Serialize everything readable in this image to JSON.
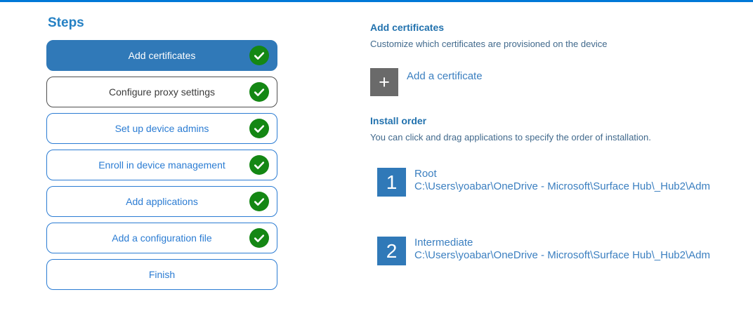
{
  "colors": {
    "top_accent": "#0078D7",
    "selected_button_blue": "#3079B8",
    "outline_button_blue": "#2B7CD3",
    "visited_button_gray": "#4F4F4F",
    "check_green": "#148714",
    "heading_blue": "#2272AE",
    "body_text_blue": "#41698C",
    "item_text_blue": "#3B7FC0",
    "add_tile_gray": "#6A6A6A"
  },
  "steps": {
    "title": "Steps",
    "items": [
      {
        "label": "Add certificates",
        "completed": true,
        "state": "selected"
      },
      {
        "label": "Configure proxy settings",
        "completed": true,
        "state": "visited"
      },
      {
        "label": "Set up device admins",
        "completed": true,
        "state": "normal"
      },
      {
        "label": "Enroll in device management",
        "completed": true,
        "state": "normal"
      },
      {
        "label": "Add applications",
        "completed": true,
        "state": "normal"
      },
      {
        "label": "Add a configuration file",
        "completed": true,
        "state": "normal"
      },
      {
        "label": "Finish",
        "completed": false,
        "state": "normal"
      }
    ]
  },
  "add_certificates": {
    "title": "Add certificates",
    "description": "Customize which certificates are provisioned on the device",
    "add_button": {
      "icon_glyph": "+",
      "label": "Add a certificate"
    }
  },
  "install_order": {
    "title": "Install order",
    "description": "You can click and drag applications to specify the order of installation.",
    "items": [
      {
        "number": "1",
        "name": "Root",
        "path": "C:\\Users\\yoabar\\OneDrive - Microsoft\\Surface Hub\\_Hub2\\Adm"
      },
      {
        "number": "2",
        "name": "Intermediate",
        "path": "C:\\Users\\yoabar\\OneDrive - Microsoft\\Surface Hub\\_Hub2\\Adm"
      }
    ]
  }
}
